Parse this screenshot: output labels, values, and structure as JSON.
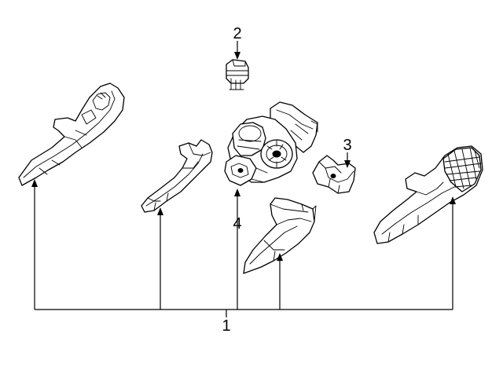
{
  "callouts": {
    "part1": "1",
    "part2": "2",
    "part3": "3",
    "part4": "4"
  }
}
